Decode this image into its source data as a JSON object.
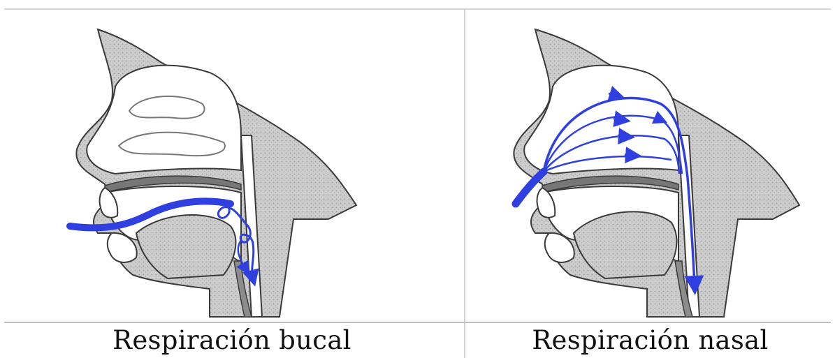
{
  "figure": {
    "left_panel": {
      "caption": "Respiración bucal",
      "airflow_path": "mouth"
    },
    "right_panel": {
      "caption": "Respiración nasal",
      "airflow_path": "nose"
    }
  },
  "colors": {
    "airflow": "#2f3fe0",
    "tissue": "#c9c9c9",
    "outline": "#3a3a3a",
    "background": "#ffffff"
  }
}
